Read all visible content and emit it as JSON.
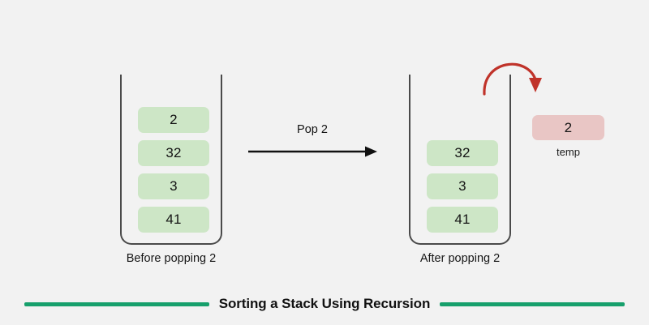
{
  "background_color": "#f2f2f2",
  "colors": {
    "cell_green": "#cde6c6",
    "cell_pink": "#e9c6c5",
    "stack_border": "#4a4a4a",
    "red_arrow": "#c0332a",
    "footer_green": "#17a06c",
    "text": "#141414"
  },
  "diagram": {
    "before": {
      "caption": "Before popping 2",
      "cells": [
        {
          "value": "2"
        },
        {
          "value": "32"
        },
        {
          "value": "3"
        },
        {
          "value": "41"
        }
      ]
    },
    "transition": {
      "label": "Pop 2",
      "arrow_icon": "right-arrow-icon"
    },
    "after": {
      "caption": "After popping 2",
      "cells": [
        {
          "value": "32"
        },
        {
          "value": "3"
        },
        {
          "value": "41"
        }
      ],
      "pop_curve_icon": "curved-arrow-icon"
    },
    "temp": {
      "value": "2",
      "label": "temp"
    }
  },
  "footer": {
    "title": "Sorting a Stack Using Recursion"
  }
}
